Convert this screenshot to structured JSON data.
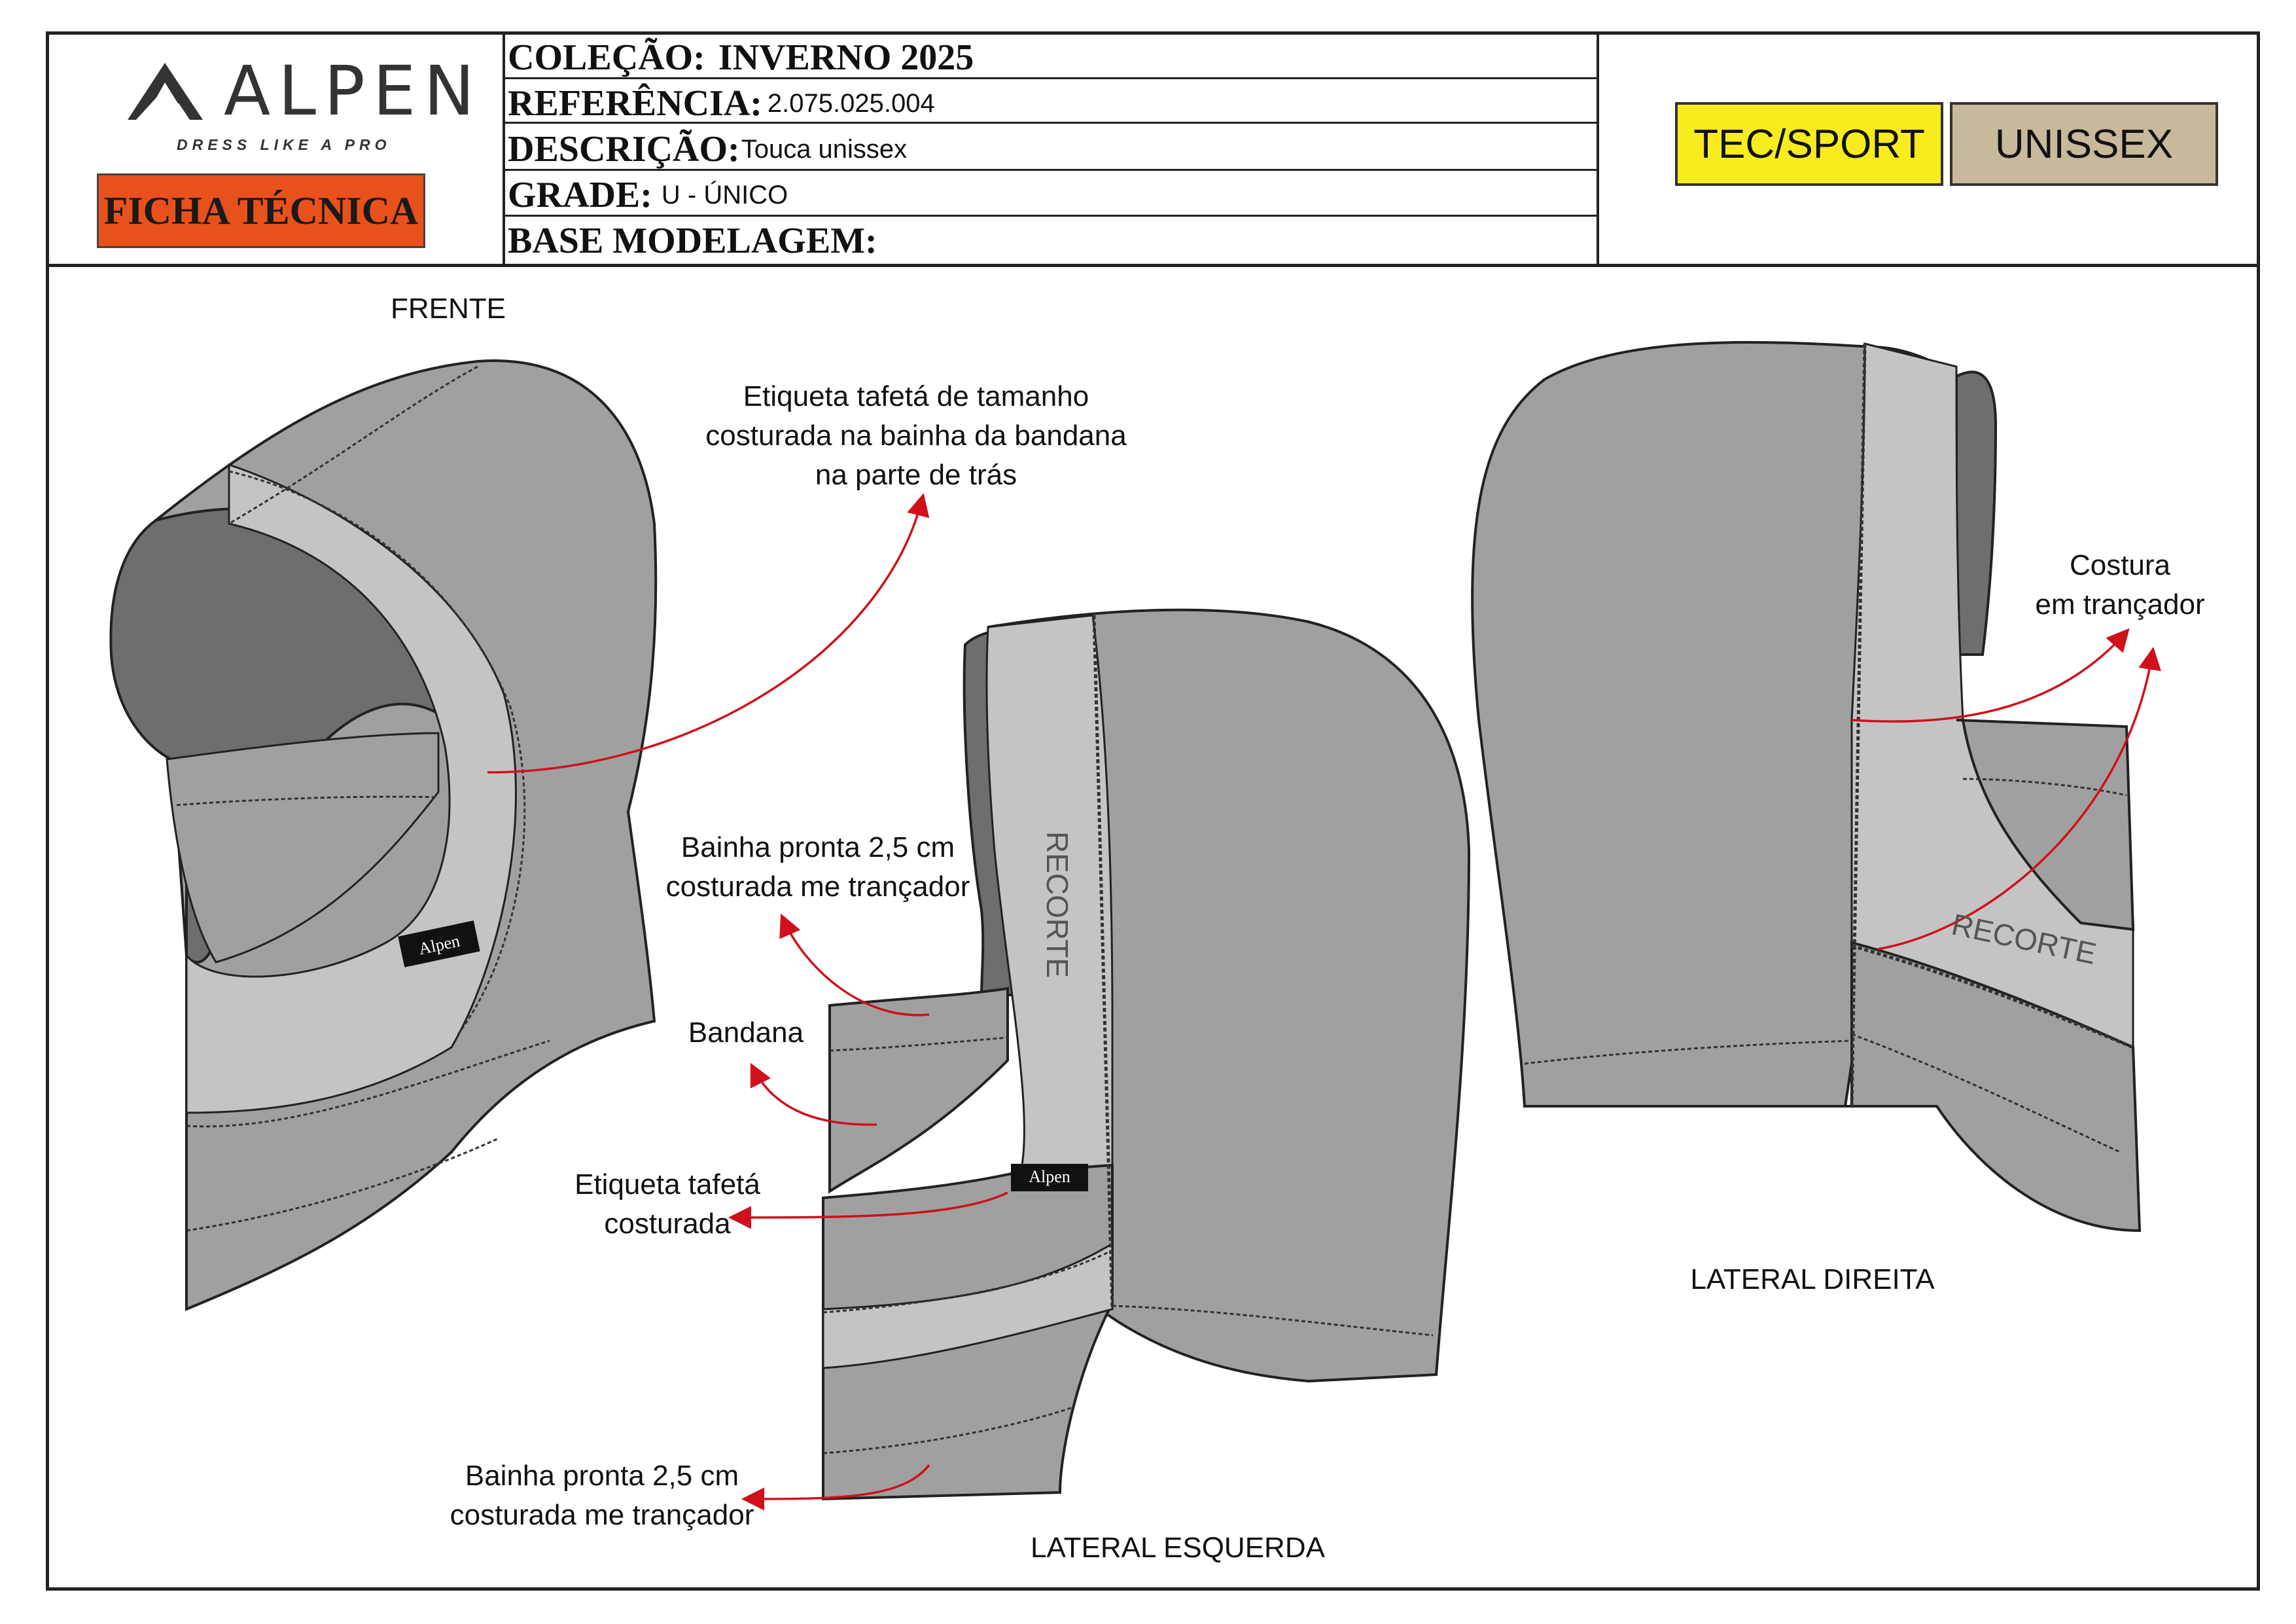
{
  "brand": {
    "name": "ALPEN",
    "slogan": "DRESS LIKE A PRO",
    "badge": "FICHA TÉCNICA"
  },
  "header": {
    "colecao_label": "COLEÇÃO:",
    "colecao_value": "INVERNO 2025",
    "referencia_label": "REFERÊNCIA:",
    "referencia_value": "2.075.025.004",
    "descricao_label": "DESCRIÇÃO:",
    "descricao_value": "Touca unissex",
    "grade_label": "GRADE:",
    "grade_value": "U - ÚNICO",
    "base_label": "BASE MODELAGEM:",
    "base_value": ""
  },
  "tags": [
    {
      "label": "TEC/SPORT",
      "color": "#f7ec1e"
    },
    {
      "label": "UNISSEX",
      "color": "#c8b89c"
    }
  ],
  "views": {
    "front": "FRENTE",
    "left": "LATERAL ESQUERDA",
    "right": "LATERAL DIREITA"
  },
  "annotations": {
    "etiqueta_tamanho": [
      "Etiqueta tafetá de tamanho",
      "costurada na bainha da bandana",
      "na parte de trás"
    ],
    "bainha_1": [
      "Bainha pronta 2,5 cm",
      "costurada me trançador"
    ],
    "bandana": "Bandana",
    "etiqueta_costurada": [
      "Etiqueta tafetá",
      "costurada"
    ],
    "bainha_2": [
      "Bainha pronta 2,5 cm",
      "costurada me trançador"
    ],
    "costura": [
      "Costura",
      "em trançador"
    ]
  },
  "garment": {
    "recorte_label": "RECORTE",
    "label_text": "Alpen"
  },
  "colors": {
    "arrow": "#d0101a",
    "fabric": "#a0a0a0",
    "panel": "#c4c4c4",
    "inner": "#6e6e6e"
  }
}
